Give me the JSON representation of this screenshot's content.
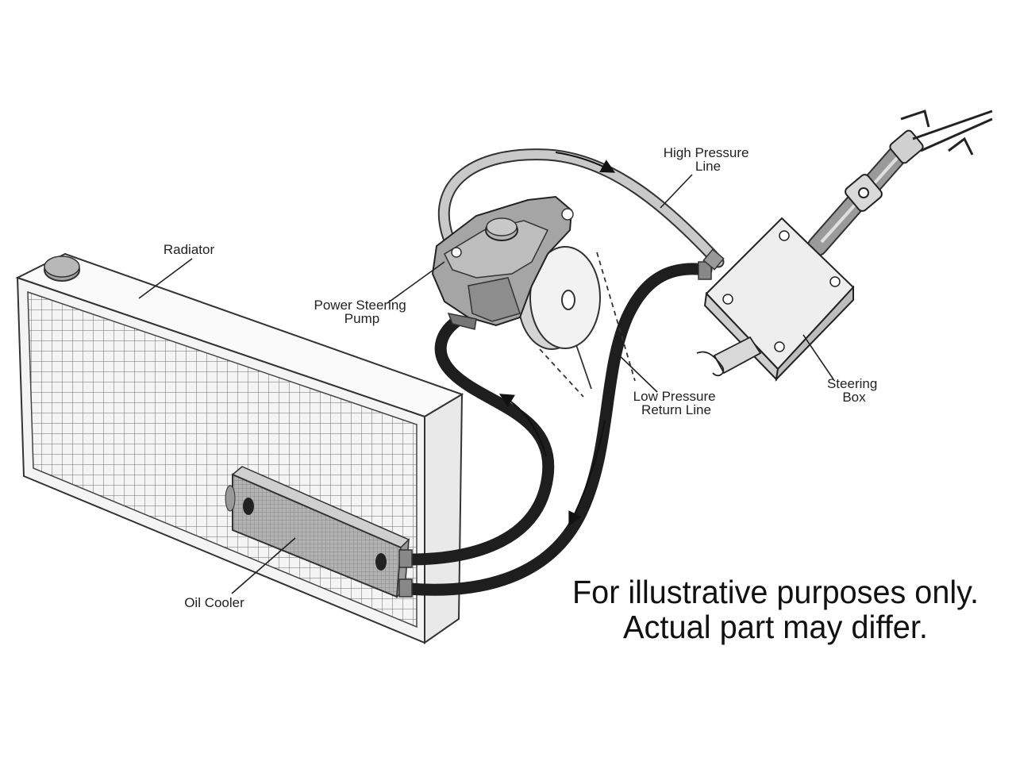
{
  "labels": {
    "high_pressure_line": [
      "High Pressure",
      "Line"
    ],
    "radiator": [
      "Radiator"
    ],
    "power_steering_pump": [
      "Power Steering",
      "Pump"
    ],
    "low_pressure_return_line": [
      "Low Pressure",
      "Return Line"
    ],
    "steering_box": [
      "Steering",
      "Box"
    ],
    "oil_cooler": [
      "Oil Cooler"
    ]
  },
  "disclaimer": {
    "line1": "For illustrative purposes only.",
    "line2": "Actual part may differ."
  },
  "colors": {
    "hose_dark": "#1e1e1e",
    "hose_light": "#c9c9c9",
    "metal_grey": "#9a9a9a",
    "box_grey": "#e6e6e6",
    "cooler_grey": "#a9a9a9"
  }
}
